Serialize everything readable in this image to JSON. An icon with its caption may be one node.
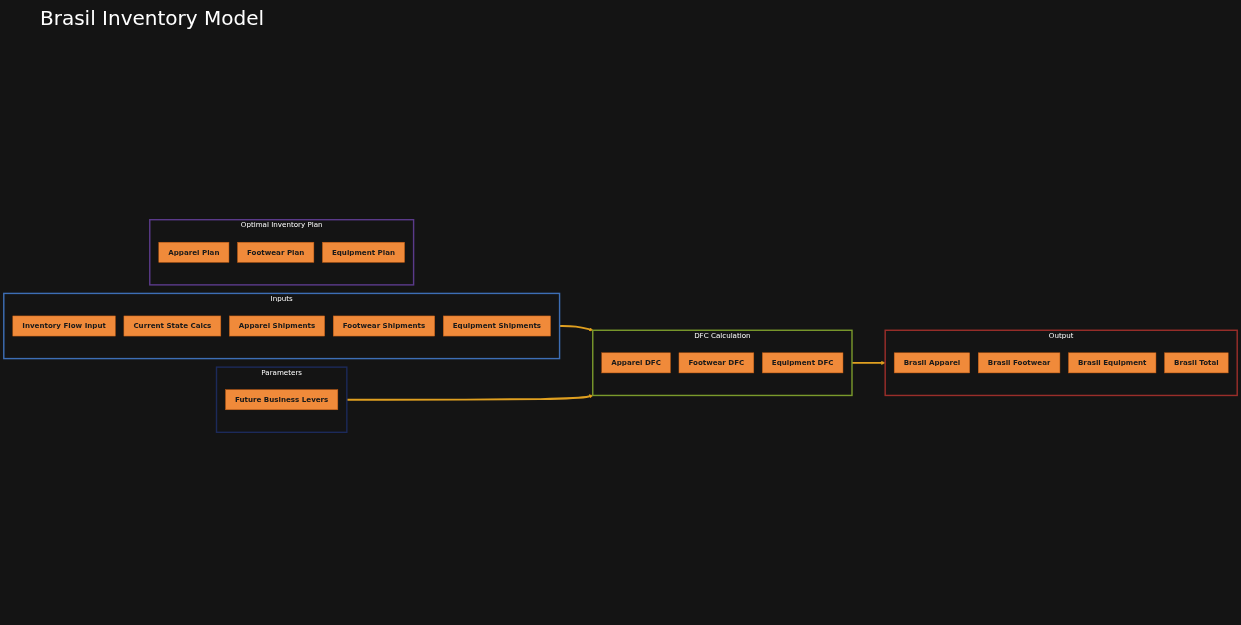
{
  "diagram": {
    "title": "Brasil Inventory Model",
    "nodes": [
      {
        "text": [
          "Inputs"
        ]
      },
      {
        "text": [
          "Inventory Flow Input"
        ],
        "in": 0
      },
      {
        "text": [
          "Current State Calcs"
        ],
        "in": 0
      },
      {
        "text": [
          "Apparel Shipments"
        ],
        "in": 0
      },
      {
        "text": [
          "Footwear Shipments"
        ],
        "in": 0
      },
      {
        "text": [
          "Equipment Shipments"
        ],
        "in": 0
      },
      {
        "text": [
          "Parameters"
        ]
      },
      {
        "text": [
          "Future Business Levers"
        ],
        "in": 6
      },
      {
        "text": [
          "DFC Calculation"
        ]
      },
      {
        "text": [
          "Apparel DFC"
        ],
        "in": 8
      },
      {
        "text": [
          "Footwear DFC"
        ],
        "in": 8
      },
      {
        "text": [
          "Equipment DFC"
        ],
        "in": 8
      },
      {
        "text": [
          "Output"
        ]
      },
      {
        "text": [
          "Brasil Apparel"
        ],
        "in": 12
      },
      {
        "text": [
          "Brasil Footwear"
        ],
        "in": 12
      },
      {
        "text": [
          "Brasil Equipment"
        ],
        "in": 12
      },
      {
        "text": [
          "Brasil Total"
        ],
        "in": 12
      },
      {
        "text": [
          "Optimal Inventory Plan"
        ]
      },
      {
        "text": [
          "Apparel Plan"
        ],
        "in": 17
      },
      {
        "text": [
          "Footwear Plan"
        ],
        "in": 17
      },
      {
        "text": [
          "Equipment Plan"
        ],
        "in": 17
      }
    ],
    "edges": [
      {
        "from": 0,
        "to": 8,
        "arrow": "to"
      },
      {
        "from": 6,
        "to": 8,
        "arrow": "to"
      },
      {
        "from": 8,
        "to": 12,
        "arrow": "to"
      }
    ]
  }
}
